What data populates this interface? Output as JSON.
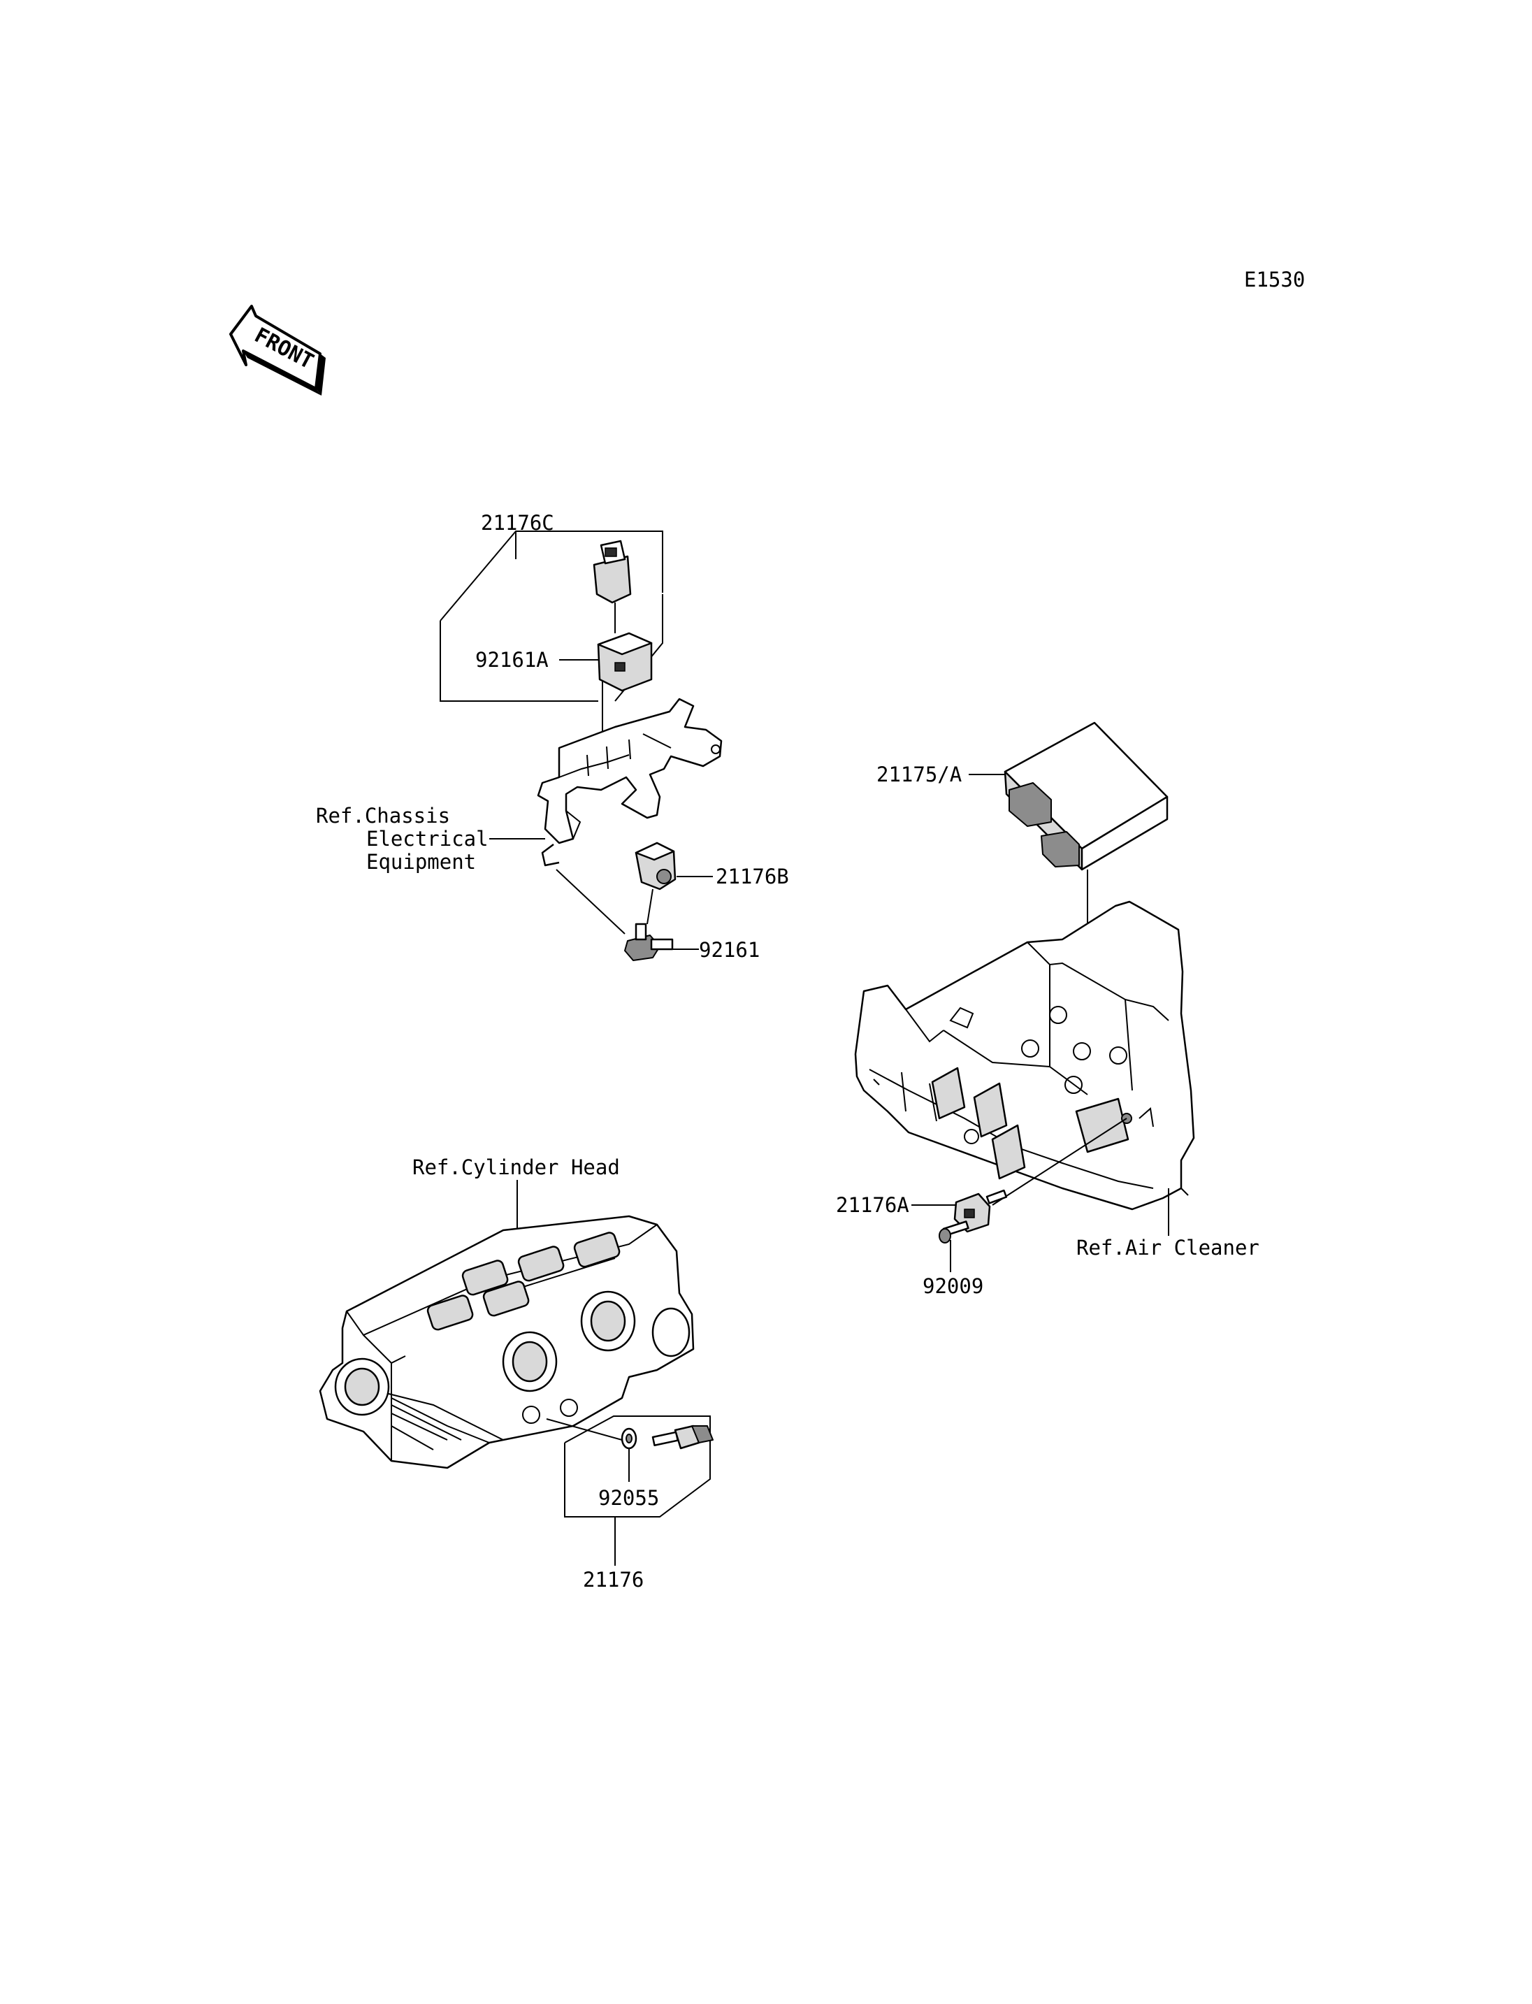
{
  "diagram_code": "E1530",
  "front_arrow_text": "FRONT",
  "labels": {
    "p21176C": "21176C",
    "p92161A": "92161A",
    "ref_chassis_1": "Ref.Chassis",
    "ref_chassis_2": "Electrical",
    "ref_chassis_3": "Equipment",
    "p21176B": "21176B",
    "p92161": "92161",
    "p21175A": "21175/A",
    "ref_cylinder": "Ref.Cylinder Head",
    "p21176A": "21176A",
    "p92009": "92009",
    "ref_air": "Ref.Air Cleaner",
    "p92055": "92055",
    "p21176": "21176"
  },
  "colors": {
    "line": "#000000",
    "background": "#ffffff",
    "shade": "#d9d9d9",
    "dark": "#2b2b2b"
  }
}
